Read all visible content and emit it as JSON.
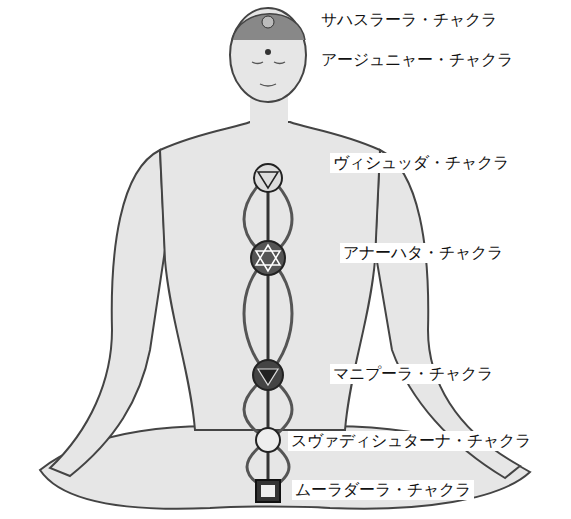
{
  "diagram": {
    "labels": [
      "サハスラーラ・チャクラ",
      "アージュニャー・チャクラ",
      "ヴィシュッダ・チャクラ",
      "アナーハタ・チャクラ",
      "マニプーラ・チャクラ",
      "スヴァディシュターナ・チャクラ",
      "ムーラダーラ・チャクラ"
    ]
  }
}
